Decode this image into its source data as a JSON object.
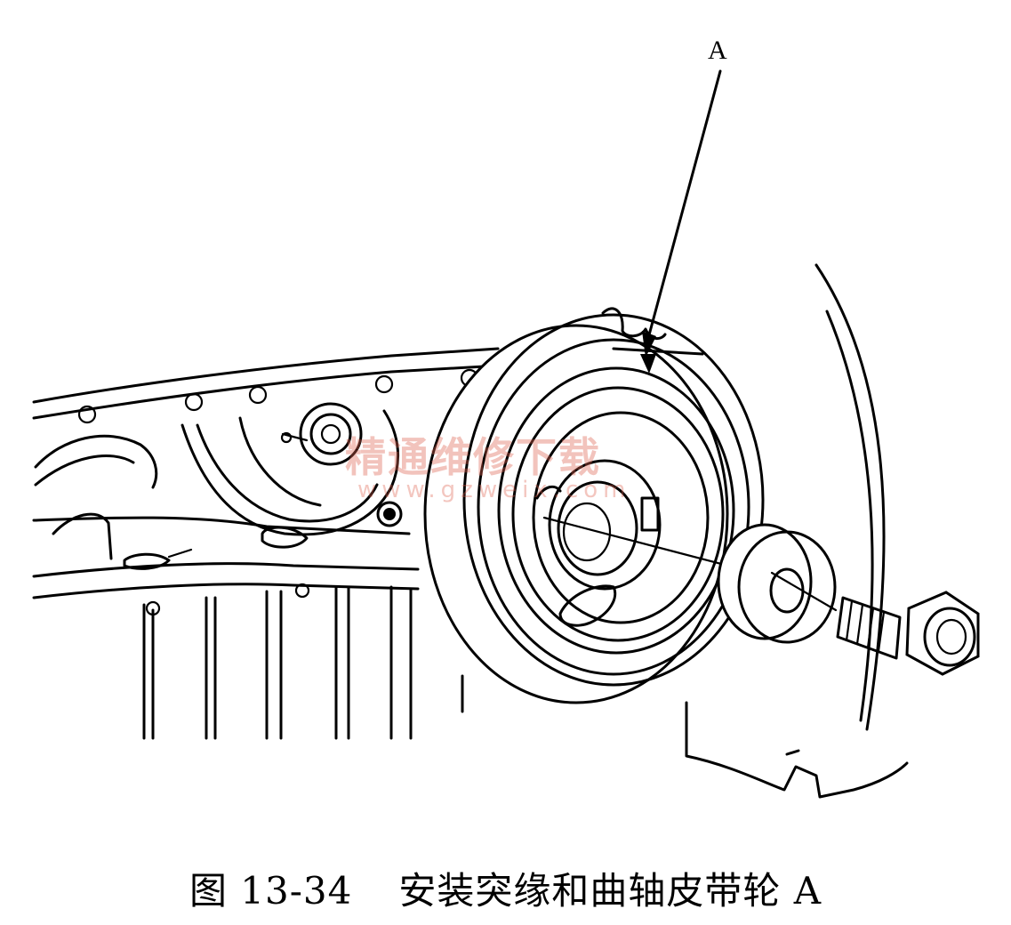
{
  "callout": {
    "label": "A"
  },
  "caption": {
    "figure_number": "图 13-34",
    "text": "安装突缘和曲轴皮带轮 A"
  },
  "watermark": {
    "text_cn": "精通维修下载",
    "url": "www.gzweix.com"
  },
  "parts": [
    "engine-front-cover",
    "crankshaft-pulley",
    "flange",
    "bolt"
  ]
}
